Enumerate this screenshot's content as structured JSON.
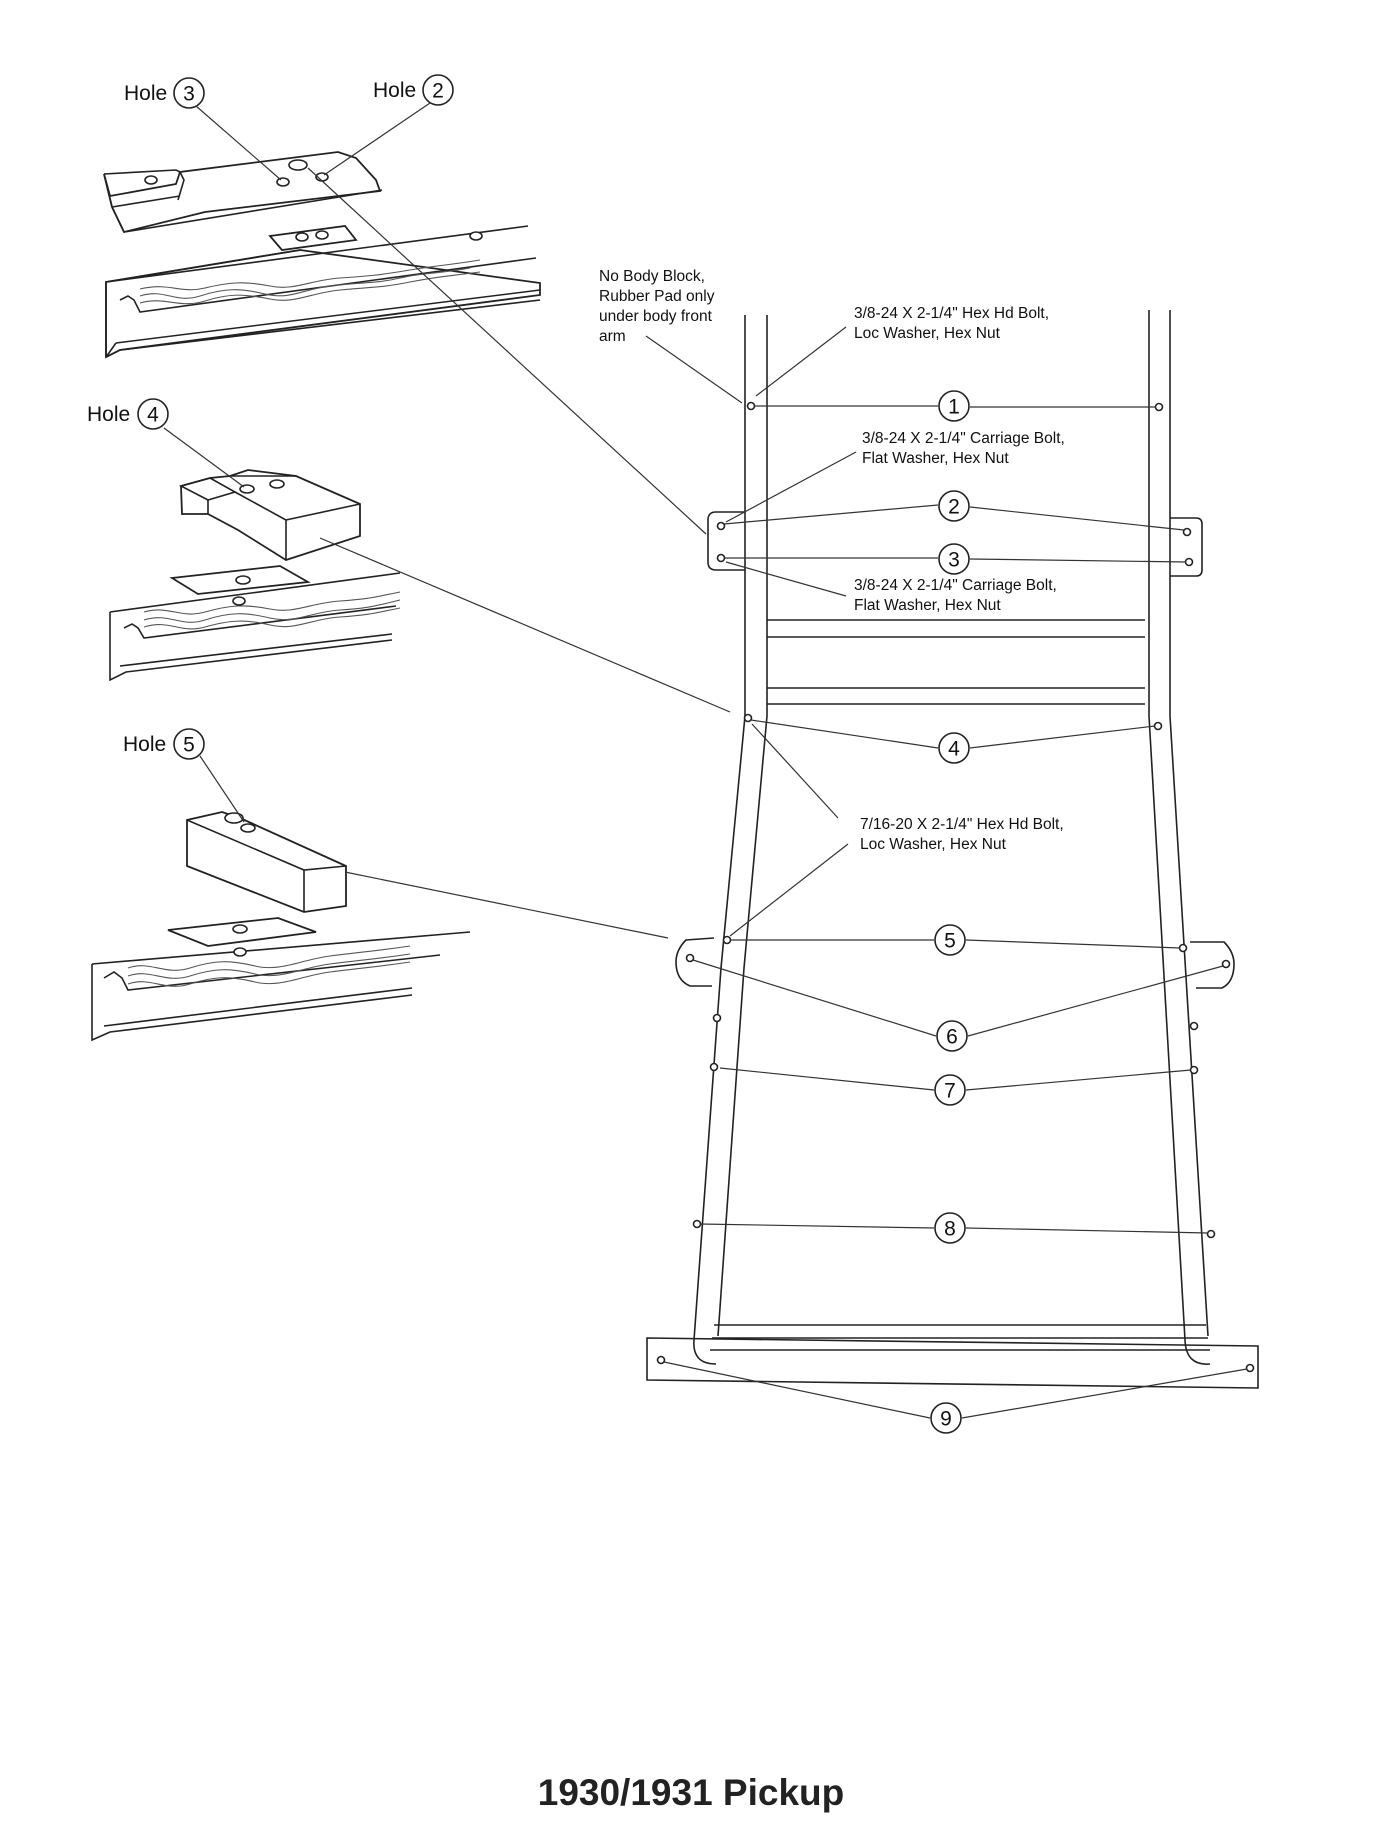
{
  "title": "1930/1931 Pickup",
  "hole_labels": {
    "word": "Hole",
    "h3": "3",
    "h2": "2",
    "h4": "4",
    "h5": "5"
  },
  "notes": {
    "no_body_block": [
      "No Body Block,",
      "Rubber Pad only",
      "under body front",
      "arm"
    ],
    "bolt_1": [
      "3/8-24 X 2-1/4\" Hex Hd Bolt,",
      "Loc Washer, Hex Nut"
    ],
    "bolt_2": [
      "3/8-24 X 2-1/4\" Carriage Bolt,",
      "Flat Washer, Hex Nut"
    ],
    "bolt_3": [
      "3/8-24 X 2-1/4\" Carriage Bolt,",
      "Flat Washer, Hex Nut"
    ],
    "bolt_4": [
      "7/16-20 X 2-1/4\" Hex Hd Bolt,",
      "Loc Washer, Hex Nut"
    ]
  },
  "callouts": [
    "1",
    "2",
    "3",
    "4",
    "5",
    "6",
    "7",
    "8",
    "9"
  ]
}
